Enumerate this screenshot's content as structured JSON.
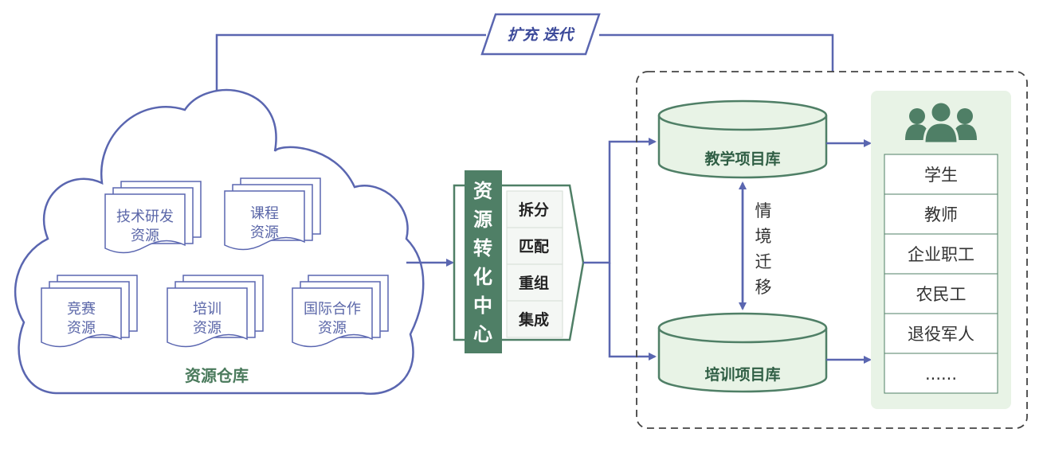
{
  "iteration_label": "扩充  迭代",
  "warehouse": {
    "title": "资源仓库",
    "resources": [
      {
        "line1": "技术研发",
        "line2": "资源"
      },
      {
        "line1": "课程",
        "line2": "资源"
      },
      {
        "line1": "竞赛",
        "line2": "资源"
      },
      {
        "line1": "培训",
        "line2": "资源"
      },
      {
        "line1": "国际合作",
        "line2": "资源"
      }
    ]
  },
  "center": {
    "title_chars": [
      "资",
      "源",
      "转",
      "化",
      "中",
      "心"
    ],
    "operations": [
      "拆分",
      "匹配",
      "重组",
      "集成"
    ]
  },
  "databases": {
    "teaching": "教学项目库",
    "training": "培训项目库",
    "migration_chars": [
      "情",
      "境",
      "迁",
      "移"
    ]
  },
  "users": {
    "icon": "people-group-icon",
    "items": [
      "学生",
      "教师",
      "企业职工",
      "农民工",
      "退役军人",
      "......"
    ]
  },
  "colors": {
    "blue_line": "#5a66b0",
    "green_dark": "#4f7f66",
    "green_light": "#e8f3e6"
  }
}
